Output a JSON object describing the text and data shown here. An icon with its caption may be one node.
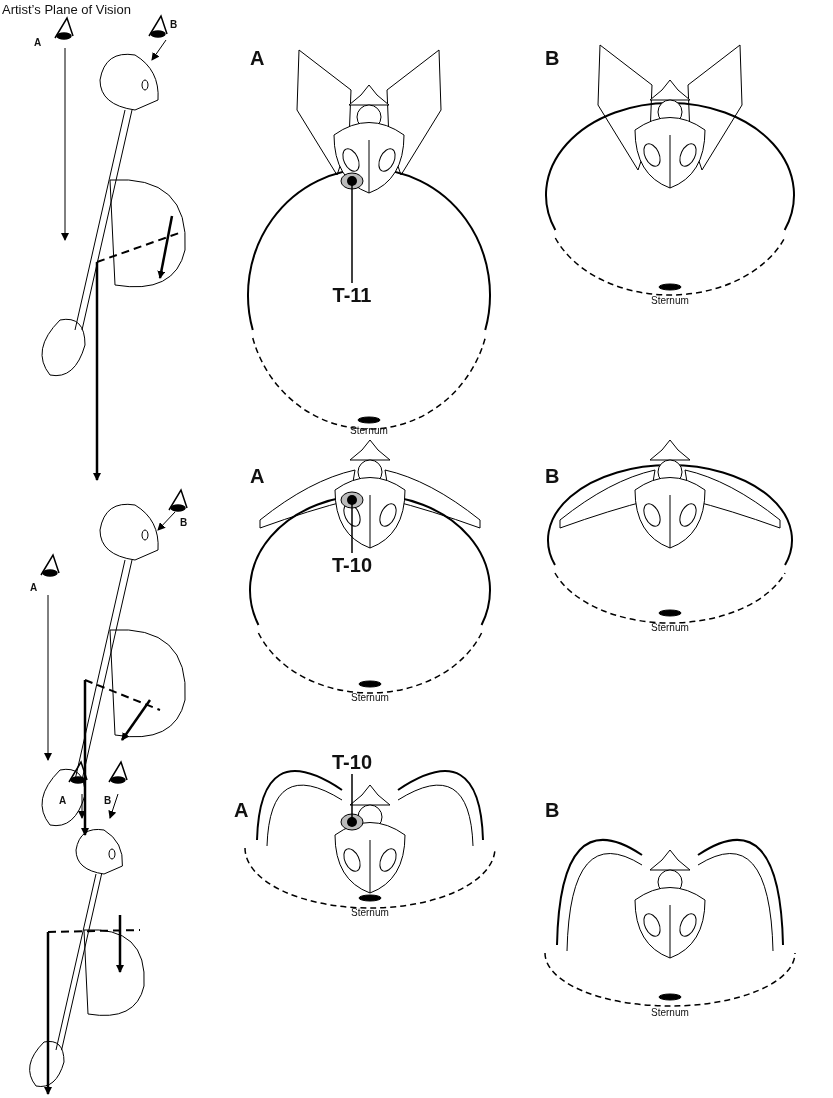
{
  "diagram": {
    "title": "Artist’s Plane of Vision",
    "nodes": [
      {
        "text": [
          "T-11"
        ]
      },
      {
        "text": [
          "T-10"
        ]
      },
      {
        "text": [
          "T-10"
        ]
      }
    ],
    "edges": [
      {
        "from": 0,
        "to": null,
        "arrow": "other"
      },
      {
        "from": 1,
        "to": null,
        "arrow": "other"
      },
      {
        "from": 2,
        "to": null,
        "arrow": "other"
      }
    ],
    "labels": [
      "A",
      "B",
      "A",
      "B",
      "Sternum",
      "Sternum",
      "A",
      "B",
      "A",
      "B",
      "Sternum",
      "Sternum",
      "A",
      "B",
      "A",
      "B",
      "Sternum",
      "Sternum"
    ]
  }
}
